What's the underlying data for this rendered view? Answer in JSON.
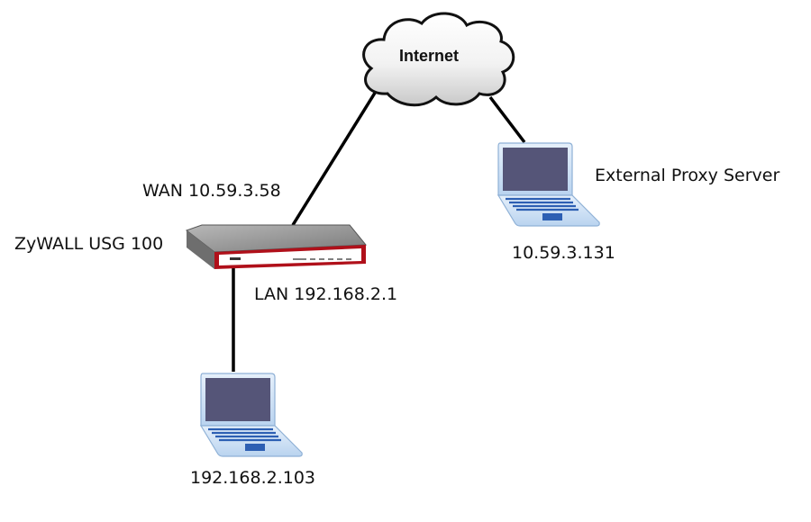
{
  "cloud": {
    "label": "Internet"
  },
  "router": {
    "name": "ZyWALL USG 100",
    "wan": "WAN 10.59.3.58",
    "lan": "LAN 192.168.2.1"
  },
  "proxy": {
    "name": "External Proxy Server",
    "ip": "10.59.3.131"
  },
  "client": {
    "ip": "192.168.2.103"
  },
  "colors": {
    "laptop_body": "#cfe3f7",
    "laptop_screen": "#555578",
    "laptop_keys": "#2d5fb3",
    "router_accent": "#b0101a",
    "router_body": "#8c8c8c",
    "link": "#000000"
  }
}
